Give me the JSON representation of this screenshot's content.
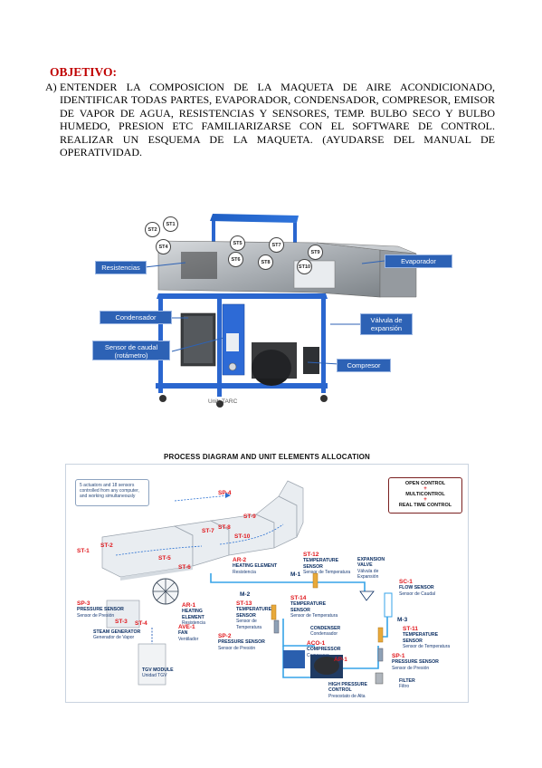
{
  "heading": "OBJETIVO:",
  "objective": {
    "letter": "A)",
    "text": "ENTENDER LA COMPOSICION DE LA MAQUETA DE AIRE ACONDICIONADO, IDENTIFICAR TODAS PARTES, EVAPORADOR, CONDENSADOR, COMPRESOR, EMISOR DE VAPOR DE AGUA, RESISTENCIAS Y SENSORES, TEMP. BULBO SECO Y BULBO HUMEDO, PRESION ETC FAMILIARIZARSE CON EL SOFTWARE DE CONTROL. REALIZAR UN ESQUEMA DE LA MAQUETA. (AYUDARSE DEL MANUAL DE OPERATIVIDAD."
  },
  "photo": {
    "callouts": {
      "resistencias": "Resistencias",
      "evaporador": "Evaporador",
      "condensador": "Condensador",
      "valvula": "Válvula de expansión",
      "caudal": "Sensor de caudal (rotámetro)",
      "compresor": "Compresor"
    },
    "badges": [
      "ST2",
      "ST1",
      "ST4",
      "ST5",
      "ST7",
      "ST9",
      "ST6",
      "ST8",
      "ST10"
    ],
    "caption": "Unit: TARC"
  },
  "diagram": {
    "title": "PROCESS DIAGRAM AND UNIT ELEMENTS ALLOCATION",
    "note": "5 actuators and 18 sensors controlled from any computer, and working simultaneously",
    "control": {
      "open": "OPEN CONTROL",
      "x1": "+",
      "multi": "MULTICONTROL",
      "x2": "+",
      "real": "REAL TIME CONTROL"
    },
    "tags": {
      "sp4": "SP-4",
      "st9": "ST-9",
      "st7": "ST-7",
      "st8": "ST-8",
      "st10": "ST-10",
      "st1": "ST-1",
      "st2": "ST-2",
      "st5": "ST-5",
      "st6": "ST-6",
      "st3": "ST-3",
      "st4": "ST-4",
      "m3": "M-3"
    },
    "elements": {
      "sp3": {
        "code": "SP-3",
        "en": "PRESSURE SENSOR",
        "es": "Sensor de Presión"
      },
      "steam": {
        "en": "STEAM GENERATOR",
        "es": "Generador de Vapor"
      },
      "ar1": {
        "code": "AR-1",
        "en": "HEATING ELEMENT",
        "es": "Resistencia"
      },
      "ave1": {
        "code": "AVE-1",
        "en": "FAN",
        "es": "Ventilador"
      },
      "tgv": {
        "en": "TGV MODULE",
        "es": "Unidad TGV"
      },
      "ar2": {
        "code": "AR-2",
        "en": "HEATING ELEMENT",
        "es": "Resistencia"
      },
      "st12": {
        "code": "ST-12",
        "en": "TEMPERATURE SENSOR",
        "es": "Sensor de Temperatura"
      },
      "m1": {
        "code": "M-1"
      },
      "expansion": {
        "en": "EXPANSION VALVE",
        "es": "Válvula de Expansión"
      },
      "sc1": {
        "code": "SC-1",
        "en": "FLOW SENSOR",
        "es": "Sensor de Caudal"
      },
      "m2": {
        "code": "M-2"
      },
      "st13": {
        "code": "ST-13",
        "en": "TEMPERATURE SENSOR",
        "es": "Sensor de Temperatura"
      },
      "st14": {
        "code": "ST-14",
        "en": "TEMPERATURE SENSOR",
        "es": "Sensor de Temperatura"
      },
      "sp2": {
        "code": "SP-2",
        "en": "PRESSURE SENSOR",
        "es": "Sensor de Presión"
      },
      "condenser": {
        "en": "CONDENSER",
        "es": "Condensador"
      },
      "aco1": {
        "code": "ACO-1",
        "en": "COMPRESSOR",
        "es": "Compresor"
      },
      "ap1": {
        "code": "AP-1"
      },
      "highp": {
        "en": "HIGH PRESSURE CONTROL",
        "es": "Presostato de Alta"
      },
      "st11": {
        "code": "ST-11",
        "en": "TEMPERATURE SENSOR",
        "es": "Sensor de Temperatura"
      },
      "sp1": {
        "code": "SP-1",
        "en": "PRESSURE SENSOR",
        "es": "Sensor de Presión"
      },
      "filter": {
        "en": "FILTER",
        "es": "Filtro"
      }
    }
  }
}
